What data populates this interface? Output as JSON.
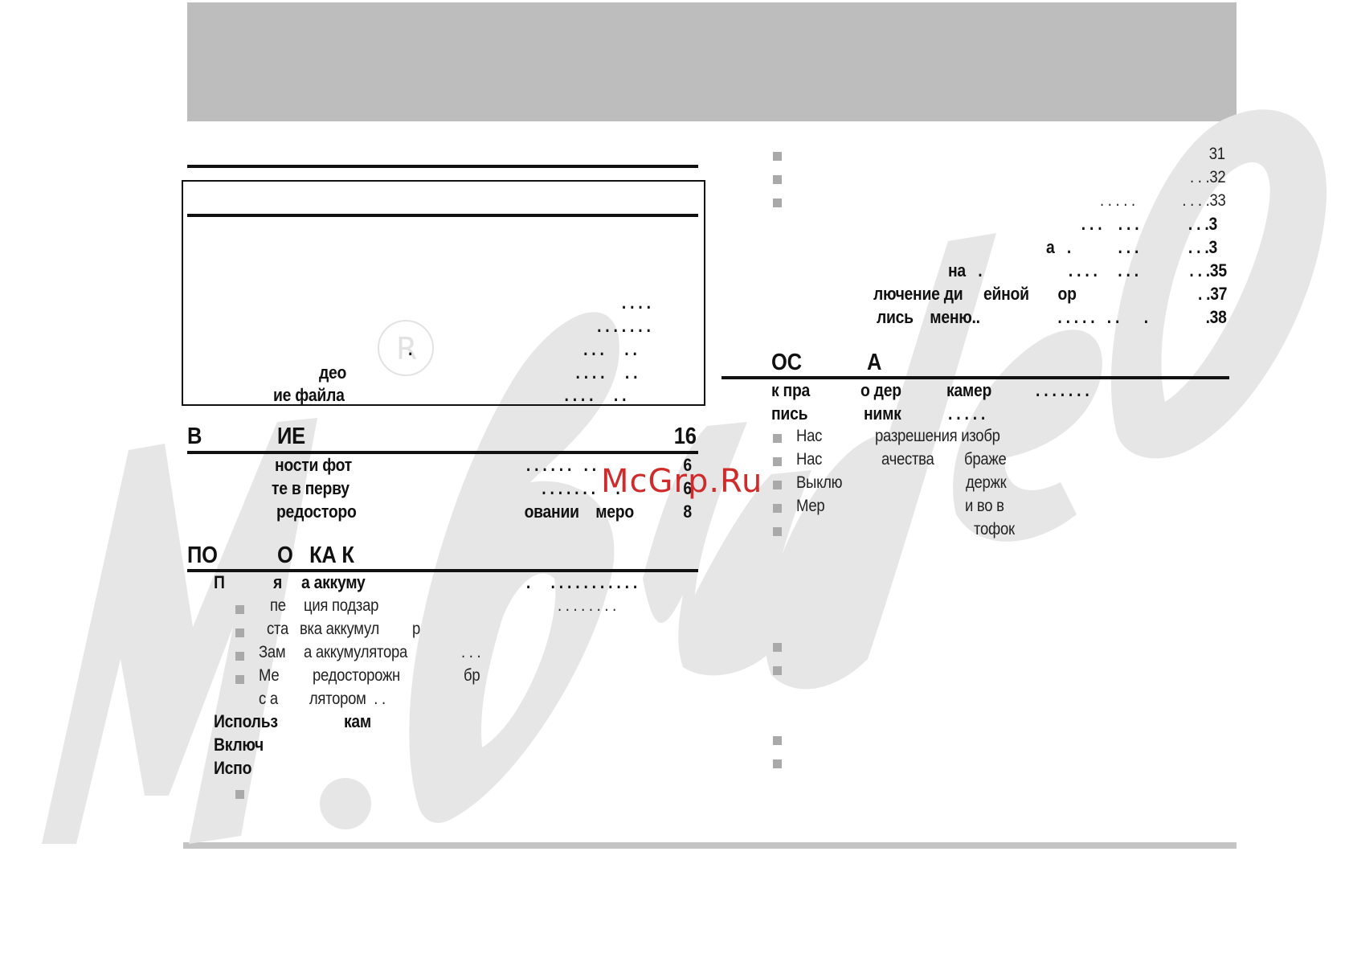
{
  "left": {
    "toc_dots": [
      ". . . .",
      ". . . . . . .",
      ".",
      ". . .     . .",
      ". . . .     . .",
      ". . . .     . ."
    ],
    "toc_frag_video": "део",
    "toc_frag_file": "ие файла",
    "intro": {
      "head_a": "В",
      "head_b": "ИЕ",
      "page": "16",
      "rows": [
        {
          "text": "ности фот",
          "dots": ". . . . . .   . .",
          "page": "6"
        },
        {
          "text": "те в перву",
          "dots": ". . . . . . .     .",
          "page": "6"
        },
        {
          "text": "редосторо",
          "dots": "овании    меро",
          "page": "8"
        }
      ]
    },
    "prep": {
      "head_a": "ПО",
      "head_b": "О   КА К",
      "row1_a": "П",
      "row1_b": "я",
      "row1_c": "а аккуму",
      "row1_dots": ".     . . . . . . . . . . .",
      "items": [
        {
          "a": "пе",
          "b": "ция подзар",
          "dots": ". . . . . . . ."
        },
        {
          "a": "ста",
          "b": "вка аккумул",
          "c": "р"
        },
        {
          "a": "Зам",
          "b": "а аккумулятора",
          "dots": ". . ."
        },
        {
          "a": "Ме",
          "b": "редосторожн",
          "c": "бр"
        }
      ],
      "item4_cont": "с а        лятором  . .",
      "use_a": "Использ",
      "use_b": "кам",
      "switch": "Включ",
      "isp": "Испо"
    }
  },
  "right": {
    "top_pages": [
      "31",
      ". . .32",
      ". . . .33"
    ],
    "top_dots_3": ". . . . .",
    "rows": [
      {
        "text": "",
        "dots": ". . .    . . .",
        "page": ". . .3"
      },
      {
        "text": "а   .",
        "dots": ". . .",
        "page": ". . .3"
      },
      {
        "text": "на   .",
        "dots": ". . . .     . . .",
        "page": ". . .35"
      },
      {
        "text": "лючение ди     ейной       ор",
        "dots": "",
        "page": ". .37"
      },
      {
        "text": "лись    меню..",
        "dots": ". . . . .   . .      .",
        "page": ".38"
      }
    ],
    "basic": {
      "head_a": "ОС",
      "head_b": "А",
      "row1_a": "к пра",
      "row1_b": "о дер",
      "row1_c": "камер",
      "row1_dots": ". . . . . . .",
      "row2_a": "пись",
      "row2_b": "нимк",
      "row2_dots": ". . . . .",
      "items": [
        {
          "a": "Нас",
          "b": "разрешения изобр"
        },
        {
          "a": "Нас",
          "b": "ачества",
          "c": "браже"
        },
        {
          "a": "Выклю",
          "b": "держк"
        },
        {
          "a": "Мер",
          "b": "и во в"
        },
        {
          "a": "",
          "b": "тофок"
        }
      ]
    }
  },
  "watermark": {
    "brand": "McGrp.Ru",
    "mark": "R",
    "logo_text": "М.Видео",
    "logo_color": "#e6e6e6",
    "brand_color": "#cf2b2b"
  }
}
